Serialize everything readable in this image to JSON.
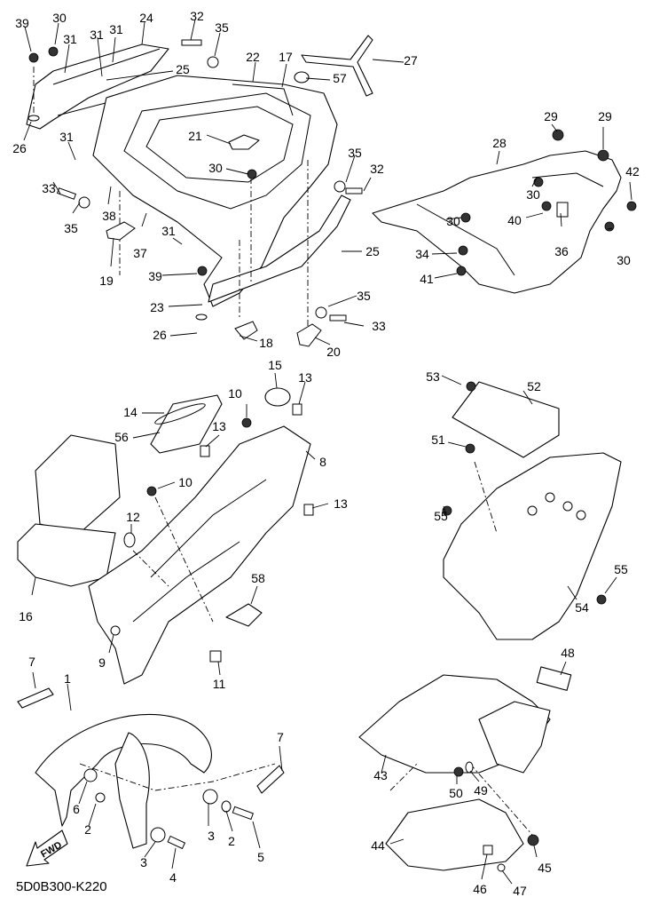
{
  "diagram": {
    "type": "exploded-parts-diagram",
    "subject": "motorcycle fender / seat cowling assembly",
    "drawing_code": "5D0B300-K220",
    "direction_marker": "FWD",
    "colors": {
      "line": "#000000",
      "background": "#ffffff"
    },
    "callouts": [
      {
        "id": "c39a",
        "label": "39"
      },
      {
        "id": "c30a",
        "label": "30"
      },
      {
        "id": "c31a",
        "label": "31"
      },
      {
        "id": "c31b",
        "label": "31"
      },
      {
        "id": "c31c",
        "label": "31"
      },
      {
        "id": "c24",
        "label": "24"
      },
      {
        "id": "c32a",
        "label": "32"
      },
      {
        "id": "c35a",
        "label": "35"
      },
      {
        "id": "c25a",
        "label": "25"
      },
      {
        "id": "c22",
        "label": "22"
      },
      {
        "id": "c17",
        "label": "17"
      },
      {
        "id": "c57",
        "label": "57"
      },
      {
        "id": "c27",
        "label": "27"
      },
      {
        "id": "c26a",
        "label": "26"
      },
      {
        "id": "c31d",
        "label": "31"
      },
      {
        "id": "c21",
        "label": "21"
      },
      {
        "id": "c30b",
        "label": "30"
      },
      {
        "id": "c33a",
        "label": "33"
      },
      {
        "id": "c35b",
        "label": "35"
      },
      {
        "id": "c38",
        "label": "38"
      },
      {
        "id": "c37",
        "label": "37"
      },
      {
        "id": "c19",
        "label": "19"
      },
      {
        "id": "c31e",
        "label": "31"
      },
      {
        "id": "c39b",
        "label": "39"
      },
      {
        "id": "c23",
        "label": "23"
      },
      {
        "id": "c26b",
        "label": "26"
      },
      {
        "id": "c18",
        "label": "18"
      },
      {
        "id": "c20",
        "label": "20"
      },
      {
        "id": "c35c",
        "label": "35"
      },
      {
        "id": "c32b",
        "label": "32"
      },
      {
        "id": "c25b",
        "label": "25"
      },
      {
        "id": "c35d",
        "label": "35"
      },
      {
        "id": "c33b",
        "label": "33"
      },
      {
        "id": "c29a",
        "label": "29"
      },
      {
        "id": "c29b",
        "label": "29"
      },
      {
        "id": "c28",
        "label": "28"
      },
      {
        "id": "c42",
        "label": "42"
      },
      {
        "id": "c30c",
        "label": "30"
      },
      {
        "id": "c30d",
        "label": "30"
      },
      {
        "id": "c40",
        "label": "40"
      },
      {
        "id": "c36",
        "label": "36"
      },
      {
        "id": "c30e",
        "label": "30"
      },
      {
        "id": "c34",
        "label": "34"
      },
      {
        "id": "c41",
        "label": "41"
      },
      {
        "id": "c15",
        "label": "15"
      },
      {
        "id": "c13a",
        "label": "13"
      },
      {
        "id": "c14",
        "label": "14"
      },
      {
        "id": "c56",
        "label": "56"
      },
      {
        "id": "c10a",
        "label": "10"
      },
      {
        "id": "c13b",
        "label": "13"
      },
      {
        "id": "c8",
        "label": "8"
      },
      {
        "id": "c10b",
        "label": "10"
      },
      {
        "id": "c13c",
        "label": "13"
      },
      {
        "id": "c12",
        "label": "12"
      },
      {
        "id": "c16",
        "label": "16"
      },
      {
        "id": "c58",
        "label": "58"
      },
      {
        "id": "c9",
        "label": "9"
      },
      {
        "id": "c11",
        "label": "11"
      },
      {
        "id": "c53",
        "label": "53"
      },
      {
        "id": "c52",
        "label": "52"
      },
      {
        "id": "c51",
        "label": "51"
      },
      {
        "id": "c55a",
        "label": "55"
      },
      {
        "id": "c55b",
        "label": "55"
      },
      {
        "id": "c54",
        "label": "54"
      },
      {
        "id": "c48",
        "label": "48"
      },
      {
        "id": "c7a",
        "label": "7"
      },
      {
        "id": "c1",
        "label": "1"
      },
      {
        "id": "c7b",
        "label": "7"
      },
      {
        "id": "c6",
        "label": "6"
      },
      {
        "id": "c2a",
        "label": "2"
      },
      {
        "id": "c3a",
        "label": "3"
      },
      {
        "id": "c2b",
        "label": "2"
      },
      {
        "id": "c5",
        "label": "5"
      },
      {
        "id": "c3b",
        "label": "3"
      },
      {
        "id": "c4",
        "label": "4"
      },
      {
        "id": "c43",
        "label": "43"
      },
      {
        "id": "c50",
        "label": "50"
      },
      {
        "id": "c49",
        "label": "49"
      },
      {
        "id": "c44",
        "label": "44"
      },
      {
        "id": "c45",
        "label": "45"
      },
      {
        "id": "c46",
        "label": "46"
      },
      {
        "id": "c47",
        "label": "47"
      }
    ]
  }
}
